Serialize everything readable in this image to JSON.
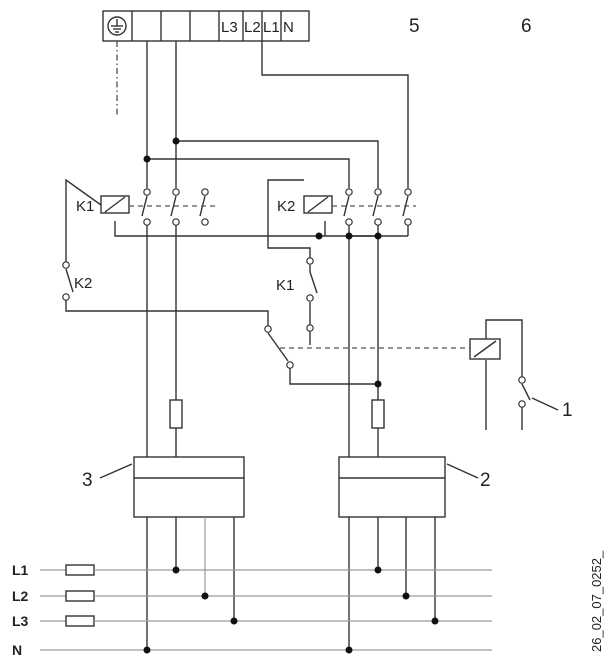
{
  "terminal": {
    "ground_symbol": "protective-earth-icon",
    "labels": [
      "L3",
      "L2",
      "L1",
      "N"
    ]
  },
  "header_numbers": [
    "5",
    "6"
  ],
  "relays": [
    "K1",
    "K2"
  ],
  "interlocks": [
    "K2",
    "K1"
  ],
  "callouts": [
    "1",
    "2",
    "3"
  ],
  "bus_lines": [
    "L1",
    "L2",
    "L3",
    "N"
  ],
  "figure_id": "26_02_07_0252_"
}
